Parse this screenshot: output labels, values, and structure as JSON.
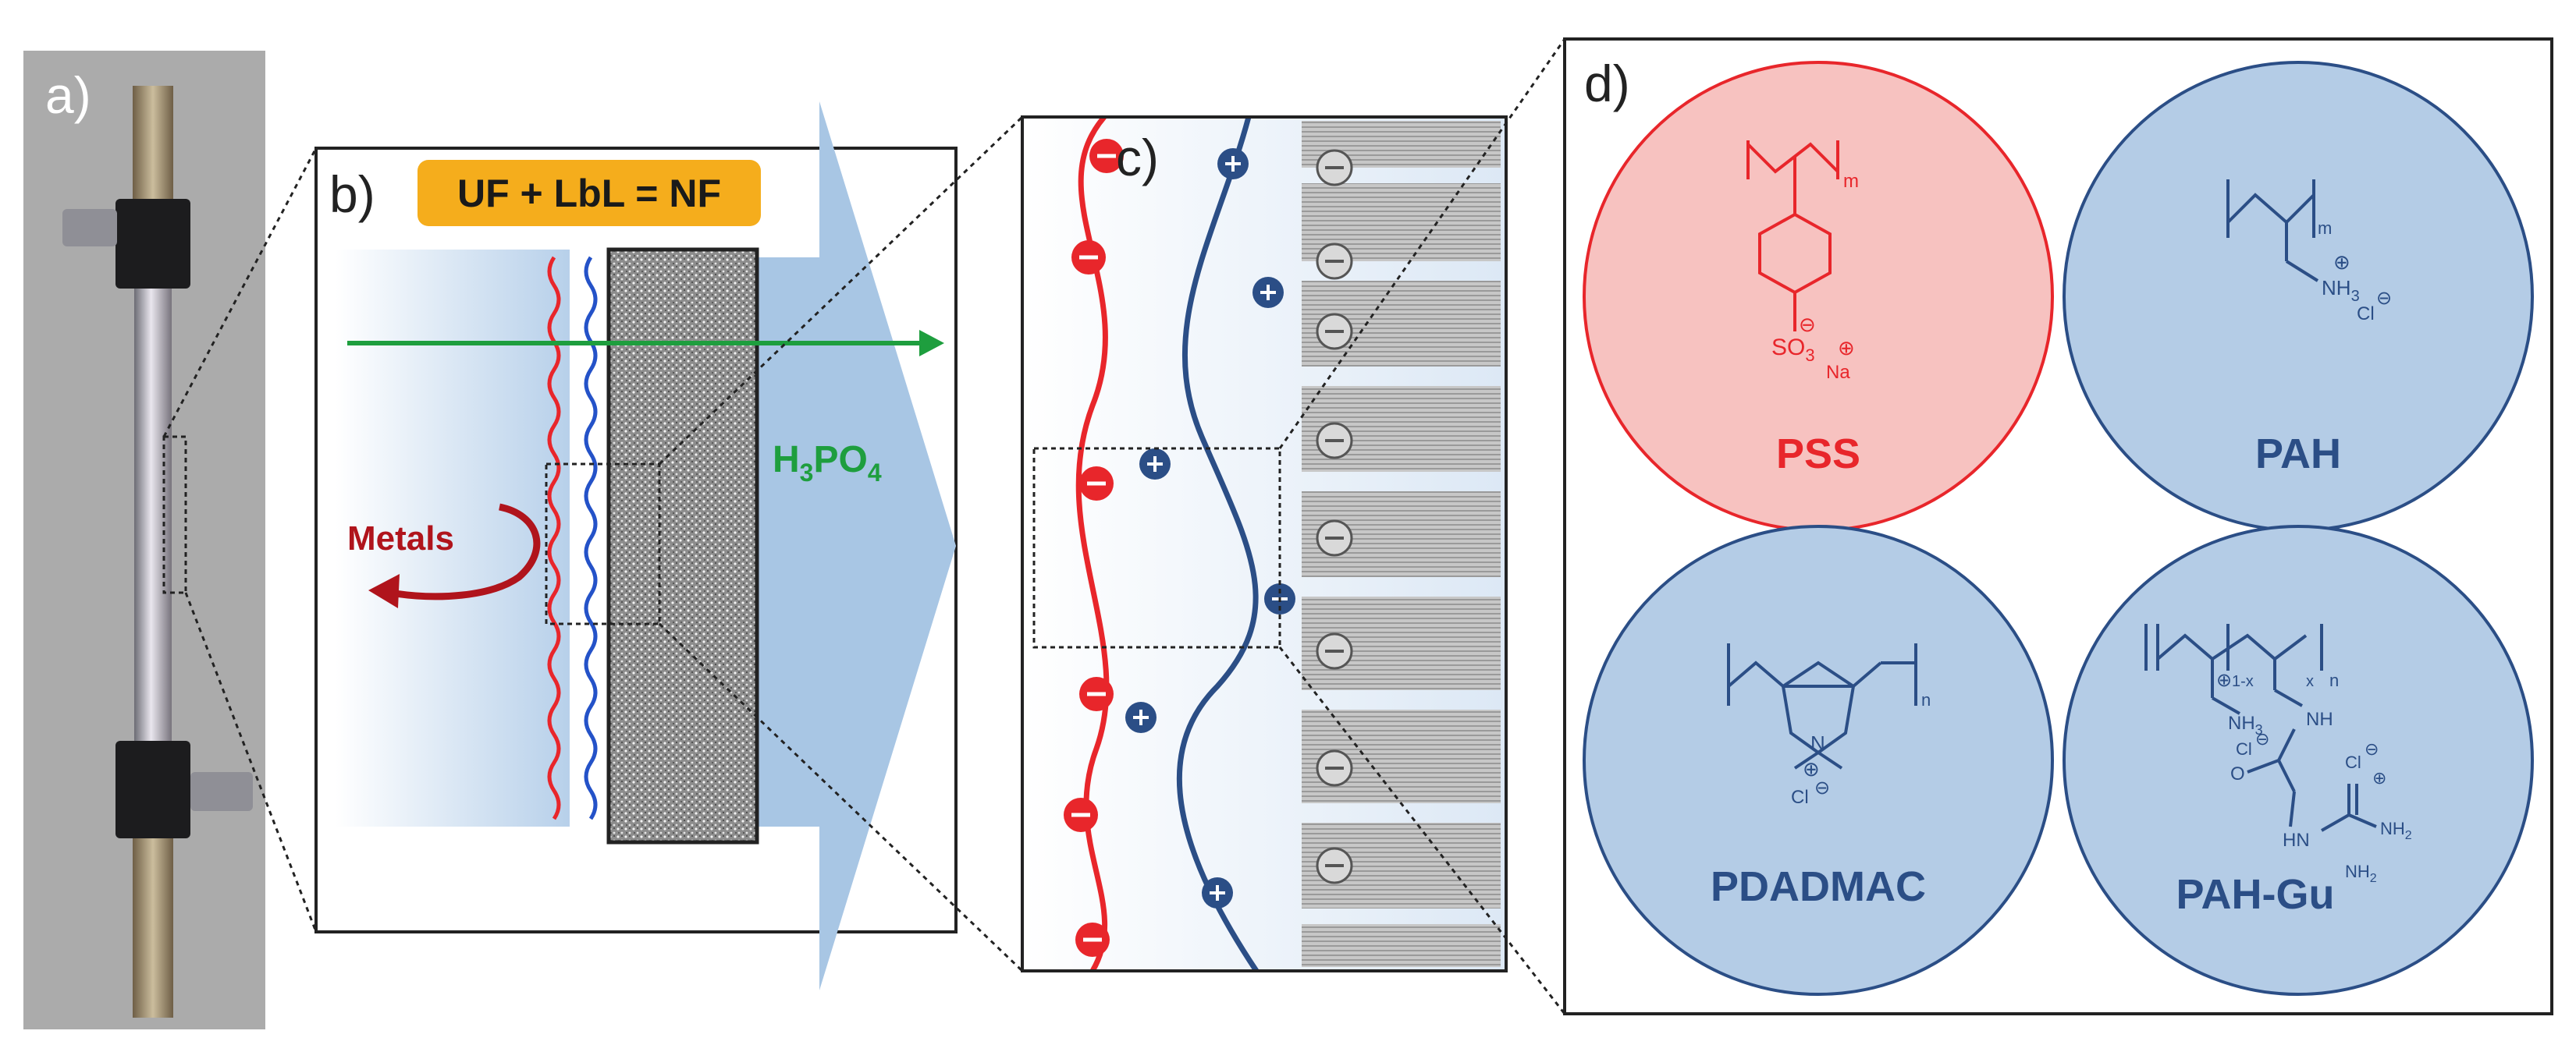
{
  "panels": {
    "a": {
      "label": "a)"
    },
    "b": {
      "label": "b)",
      "equation": "UF + LbL = NF",
      "metals_label": "Metals",
      "acid_main": "H",
      "acid_sub1": "3",
      "acid_mid": "PO",
      "acid_sub2": "4"
    },
    "c": {
      "label": "c)",
      "plus_sign": "+",
      "minus_sign": "−"
    },
    "d": {
      "label": "d)",
      "polymers": [
        {
          "name": "PSS",
          "group": "SO",
          "subscript": "3",
          "counter_ion": "Na"
        },
        {
          "name": "PAH",
          "group": "NH",
          "subscript": "3",
          "counter_ion": "Cl"
        },
        {
          "name": "PDADMAC",
          "group": "N",
          "counter_ion": "Cl"
        },
        {
          "name": "PAH-Gu",
          "group": "NH",
          "subscript": "3",
          "counter_ion": "Cl",
          "amide": "NH",
          "carbonyl": "O",
          "guanidine_nh": "HN",
          "guanidine_nh2": "NH",
          "guanidine_nh2_b": "NH",
          "sub_a": "1-x",
          "sub_b": "x",
          "sub_n": "n"
        }
      ],
      "repeat_m": "m",
      "repeat_n": "n"
    }
  },
  "colors": {
    "red": "#e8262b",
    "blue": "#2b4e86",
    "green": "#1e9e3e",
    "dark_red": "#b0141c",
    "orange": "#f5ad1c",
    "pale_blue": "#a8c6e4",
    "circle_red": "#f7c2c0",
    "circle_blue": "#b4cce6"
  }
}
